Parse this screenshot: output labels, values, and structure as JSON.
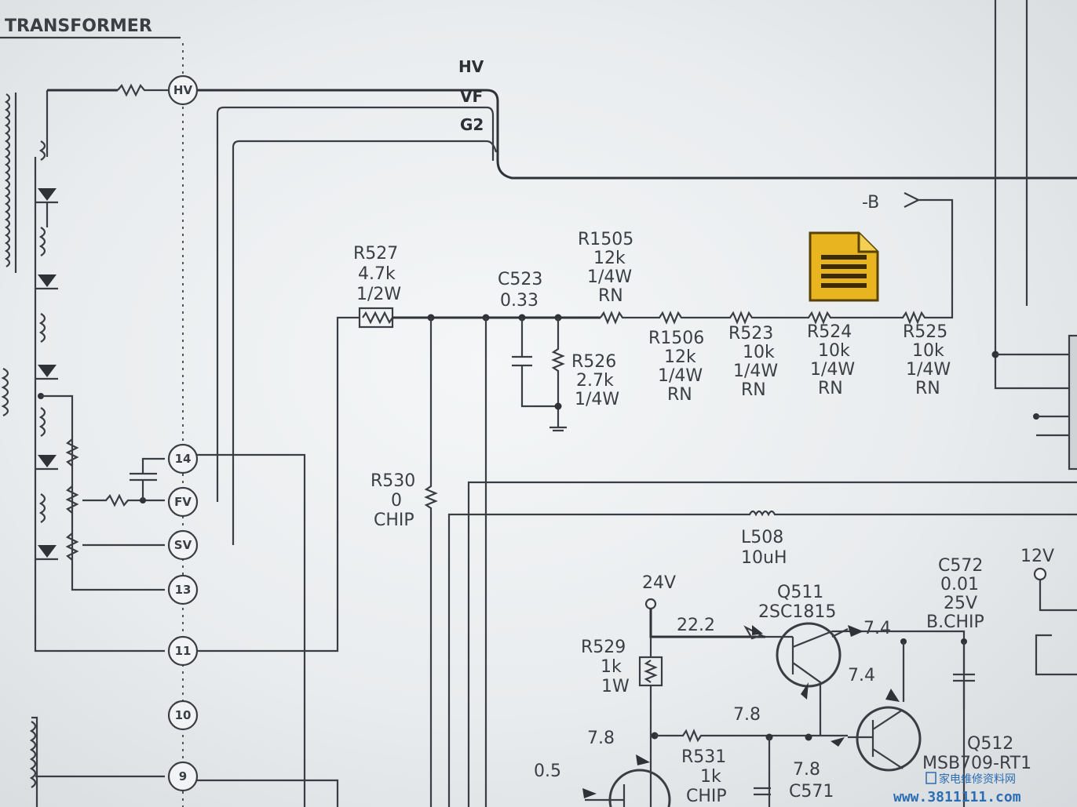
{
  "header": {
    "transformer_label": "TRANSFORMER"
  },
  "signals": {
    "hv": "HV",
    "vf": "VF",
    "g2": "G2",
    "minus_b": "-B"
  },
  "pins": [
    "HV",
    "14",
    "FV",
    "SV",
    "13",
    "11",
    "10",
    "9"
  ],
  "components": {
    "r527": {
      "ref": "R527",
      "value": "4.7k",
      "rating": "1/2W"
    },
    "c523": {
      "ref": "C523",
      "value": "0.33"
    },
    "r1505": {
      "ref": "R1505",
      "value": "12k",
      "rating": "1/4W",
      "type": "RN"
    },
    "r526": {
      "ref": "R526",
      "value": "2.7k",
      "rating": "1/4W"
    },
    "r1506": {
      "ref": "R1506",
      "value": "12k",
      "rating": "1/4W",
      "type": "RN"
    },
    "r523": {
      "ref": "R523",
      "value": "10k",
      "rating": "1/4W",
      "type": "RN"
    },
    "r524": {
      "ref": "R524",
      "value": "10k",
      "rating": "1/4W",
      "type": "RN"
    },
    "r525": {
      "ref": "R525",
      "value": "10k",
      "rating": "1/4W",
      "type": "RN"
    },
    "r530": {
      "ref": "R530",
      "value": "0",
      "type": "CHIP"
    },
    "l508": {
      "ref": "L508",
      "value": "10uH"
    },
    "q511": {
      "ref": "Q511",
      "part": "2SC1815"
    },
    "q512": {
      "ref": "Q512",
      "part": "MSB709-RT1"
    },
    "c572": {
      "ref": "C572",
      "value": "0.01",
      "rating": "25V",
      "type": "B.CHIP"
    },
    "r529": {
      "ref": "R529",
      "value": "1k",
      "rating": "1W"
    },
    "r531": {
      "ref": "R531",
      "value": "1k",
      "type": "CHIP"
    },
    "c571": {
      "ref": "C571"
    }
  },
  "voltages": {
    "v24": "24V",
    "v12": "12V",
    "q511_base": "22.2",
    "q511_emitter": "7.4",
    "q512_emitter": "7.4",
    "node_78a": "7.8",
    "node_78b": "7.8",
    "node_78c": "7.8",
    "q_bottom": "0.5"
  },
  "watermark": {
    "site": "www.3811111.com",
    "chinese": "家电维修资料网"
  },
  "colors": {
    "note_icon": "#e8b520",
    "wire": "#3a3d42",
    "paper": "#eef0f1",
    "watermark": "#2a6db3"
  },
  "icons": {
    "note": "document-note-icon"
  }
}
